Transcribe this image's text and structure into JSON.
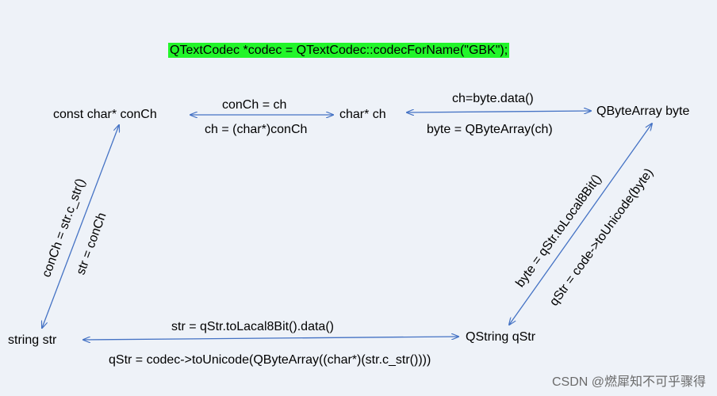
{
  "header": {
    "codec_line": "QTextCodec *codec = QTextCodec::codecForName(\"GBK\");"
  },
  "nodes": {
    "const_char": "const char* conCh",
    "char_ch": "char* ch",
    "qbytearray": "QByteArray byte",
    "string_str": "string str",
    "qstring": "QString qStr"
  },
  "edges": {
    "const_to_char_top": "conCh = ch",
    "const_to_char_bottom": "ch = (char*)conCh",
    "char_to_bytes_top": "ch=byte.data()",
    "char_to_bytes_bottom": "byte = QByteArray(ch)",
    "string_const_left": "conCh = str.c_str()",
    "string_const_right": "str = conCh",
    "qstring_bytes_left": "byte = qStr.toLocal8Bit()",
    "qstring_bytes_right": "qStr = code->toUnicode(byte)",
    "string_qstring_top": "str = qStr.toLacal8Bit().data()",
    "string_qstring_bottom": "qStr = codec->toUnicode(QByteArray((char*)(str.c_str())))"
  },
  "colors": {
    "arrow": "#4472c4",
    "highlight": "#22f52a",
    "background": "#eef2f8"
  },
  "watermark": "CSDN @燃犀知不可乎骤得"
}
